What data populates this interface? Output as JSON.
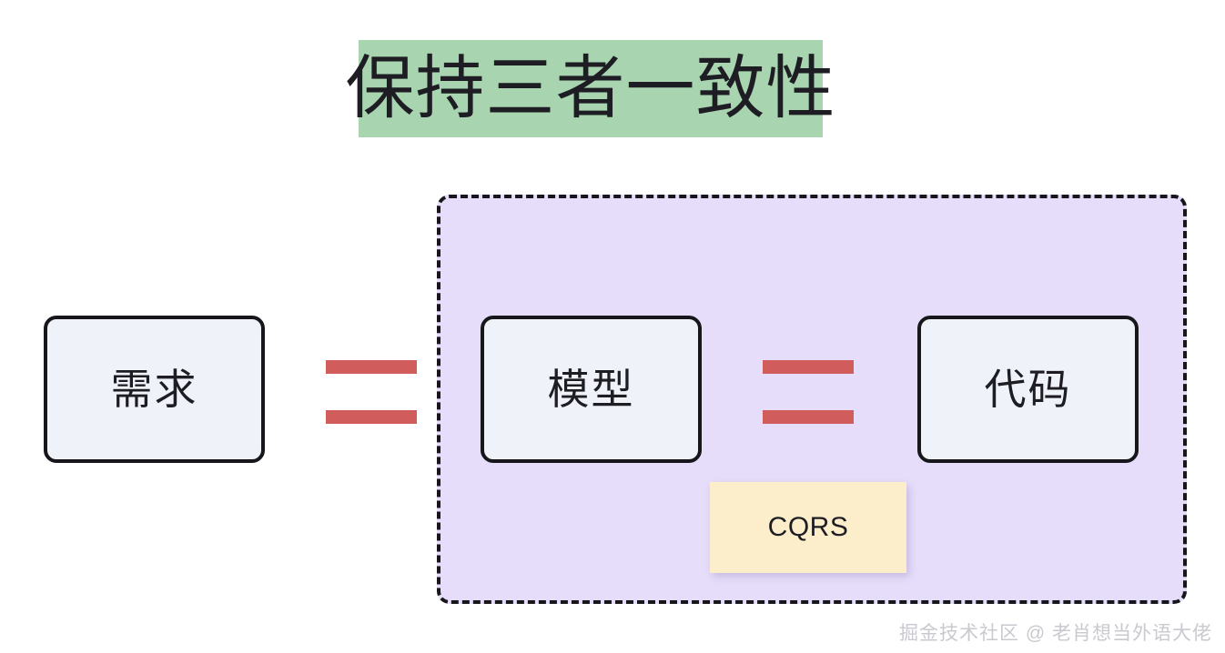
{
  "diagram": {
    "title": {
      "text": "保持三者一致性",
      "highlight_color": "#a8d4b0",
      "text_color": "#1d1d23"
    },
    "group": {
      "name": "model-code-group",
      "fill_color": "#e6ddfa",
      "border_style": "dashed",
      "border_color": "#17171b"
    },
    "nodes": [
      {
        "id": "requirement",
        "label": "需求",
        "fill_color": "#eff2f9",
        "border_color": "#17171b"
      },
      {
        "id": "model",
        "label": "模型",
        "fill_color": "#eff2f9",
        "border_color": "#17171b"
      },
      {
        "id": "code",
        "label": "代码",
        "fill_color": "#eff2f9",
        "border_color": "#17171b"
      }
    ],
    "connectors": [
      {
        "id": "equals-1",
        "symbol": "=",
        "from": "requirement",
        "to": "model",
        "color": "#d15c5c"
      },
      {
        "id": "equals-2",
        "symbol": "=",
        "from": "model",
        "to": "code",
        "color": "#d15c5c"
      }
    ],
    "annotations": [
      {
        "id": "cqrs-note",
        "label": "CQRS",
        "fill_color": "#fdeecb",
        "text_color": "#1d1d23"
      }
    ],
    "watermark": {
      "text": "掘金技术社区 @ 老肖想当外语大佬",
      "color": "#c9c9cf"
    }
  }
}
